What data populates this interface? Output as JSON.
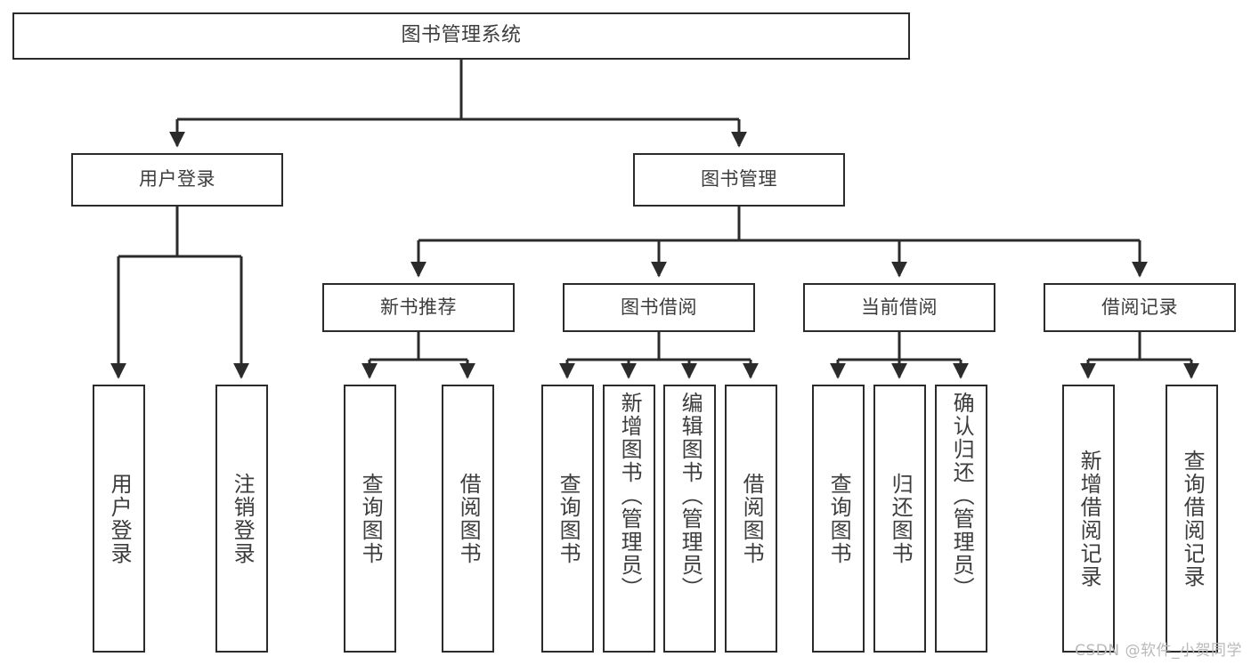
{
  "diagram": {
    "type": "tree-hierarchy",
    "title": "图书管理系统",
    "watermark": "CSDN @软件_小贺同学",
    "colors": {
      "box_border": "#2b2b2b",
      "box_fill": "#ffffff",
      "text": "#3d3d3d",
      "connector": "#2b2b2b",
      "watermark": "#b9b9b9",
      "background": "#ffffff"
    },
    "nodes": {
      "root": {
        "label": "图书管理系统"
      },
      "level2": [
        {
          "label": "用户登录"
        },
        {
          "label": "图书管理"
        }
      ],
      "level3": [
        {
          "label": "新书推荐"
        },
        {
          "label": "图书借阅"
        },
        {
          "label": "当前借阅"
        },
        {
          "label": "借阅记录"
        }
      ],
      "leaves": {
        "user_login": [
          {
            "label": "用户登录"
          },
          {
            "label": "注销登录"
          }
        ],
        "new_book_recommend": [
          {
            "label": "查询图书"
          },
          {
            "label": "借阅图书"
          }
        ],
        "book_borrow": [
          {
            "label": "查询图书"
          },
          {
            "label": "新增图书（管理员）"
          },
          {
            "label": "编辑图书（管理员）"
          },
          {
            "label": "借阅图书"
          }
        ],
        "current_borrow": [
          {
            "label": "查询图书"
          },
          {
            "label": "归还图书"
          },
          {
            "label": "确认归还（管理员）"
          }
        ],
        "borrow_record": [
          {
            "label": "新增借阅记录"
          },
          {
            "label": "查询借阅记录"
          }
        ]
      }
    }
  }
}
